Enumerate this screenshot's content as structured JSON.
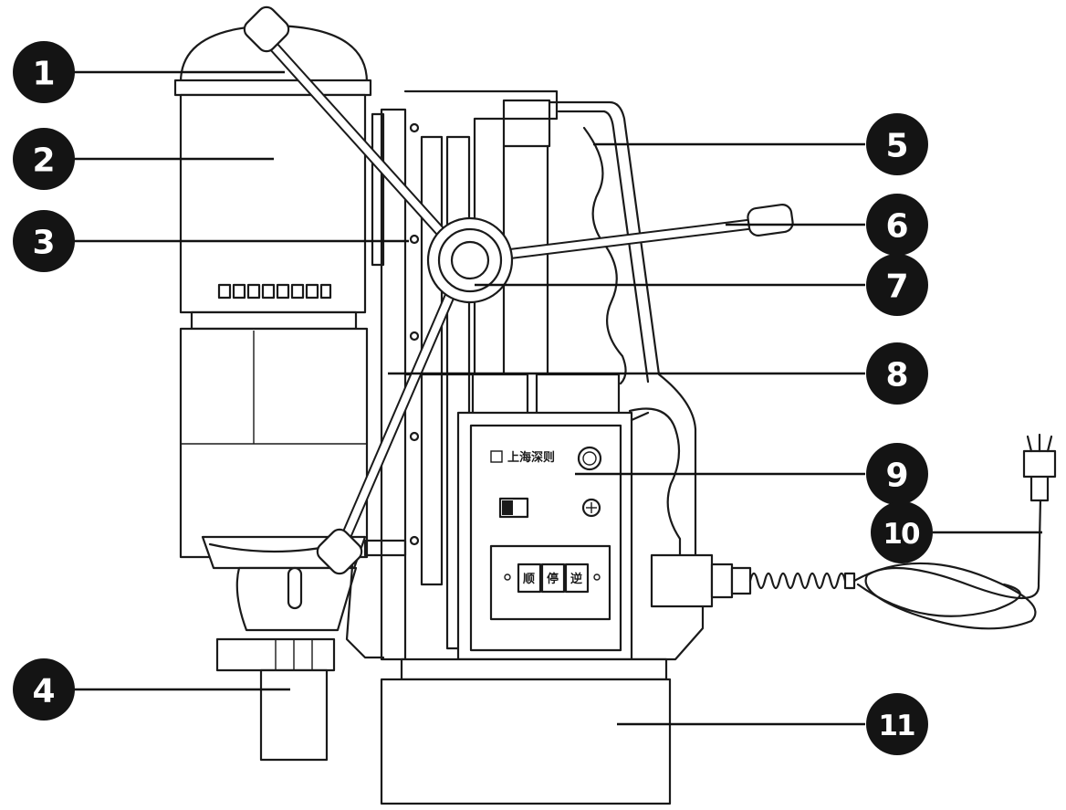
{
  "diagram": {
    "callouts": [
      {
        "id": "1",
        "label": "1"
      },
      {
        "id": "2",
        "label": "2"
      },
      {
        "id": "3",
        "label": "3"
      },
      {
        "id": "4",
        "label": "4"
      },
      {
        "id": "5",
        "label": "5"
      },
      {
        "id": "6",
        "label": "6"
      },
      {
        "id": "7",
        "label": "7"
      },
      {
        "id": "8",
        "label": "8"
      },
      {
        "id": "9",
        "label": "9"
      },
      {
        "id": "10",
        "label": "10"
      },
      {
        "id": "11",
        "label": "11"
      }
    ],
    "control_panel": {
      "brand_text": "上海深则",
      "buttons": [
        "顺",
        "停",
        "逆"
      ]
    },
    "colors": {
      "line": "#1a1a1a",
      "badge": "#141414",
      "background": "#ffffff"
    }
  }
}
